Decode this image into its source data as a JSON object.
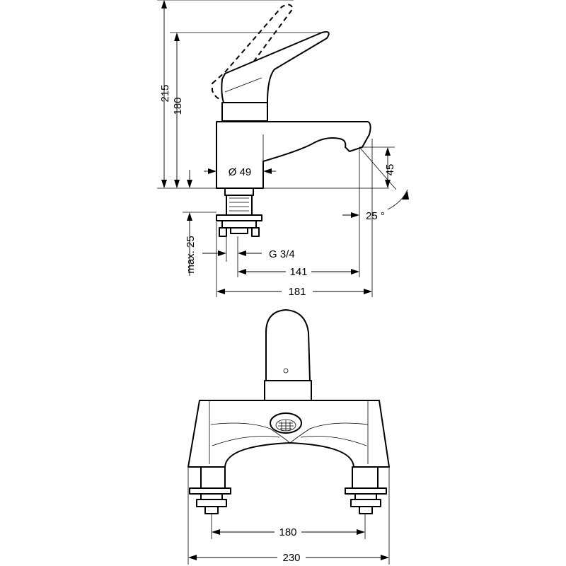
{
  "side_view": {
    "height_total": "215",
    "height_lever": "180",
    "body_diameter": "Ø 49",
    "spout_height": "45",
    "spout_angle": "25 °",
    "max_deck_thickness": "max. 25",
    "thread": "G 3/4",
    "projection_spout": "141",
    "projection_total": "181"
  },
  "front_view": {
    "connection_spacing": "180",
    "base_width": "230"
  }
}
